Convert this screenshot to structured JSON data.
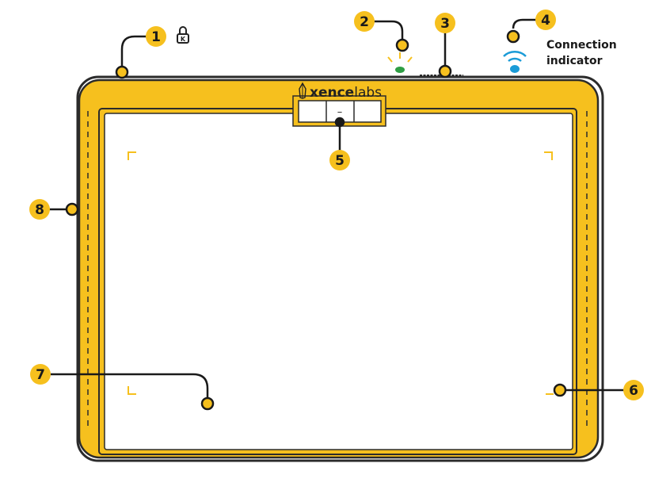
{
  "brand": {
    "bold": "xence",
    "light": "labs"
  },
  "express_key_symbol": "–",
  "connection_label": {
    "line1": "Connection",
    "line2": "indicator"
  },
  "callouts": [
    "1",
    "2",
    "3",
    "4",
    "5",
    "6",
    "7",
    "8"
  ],
  "icons": {
    "kensington_lock": "kensington-lock-icon",
    "status_led": "green-led-icon",
    "connection_indicator": "wifi-signal-icon"
  },
  "colors": {
    "tablet_body": "#F6C01E",
    "outline": "#2b2b2b",
    "callout_fill": "#F6C01E",
    "led_green": "#2e9e44",
    "wifi_blue": "#1a9bd7",
    "active_area": "#ffffff"
  }
}
